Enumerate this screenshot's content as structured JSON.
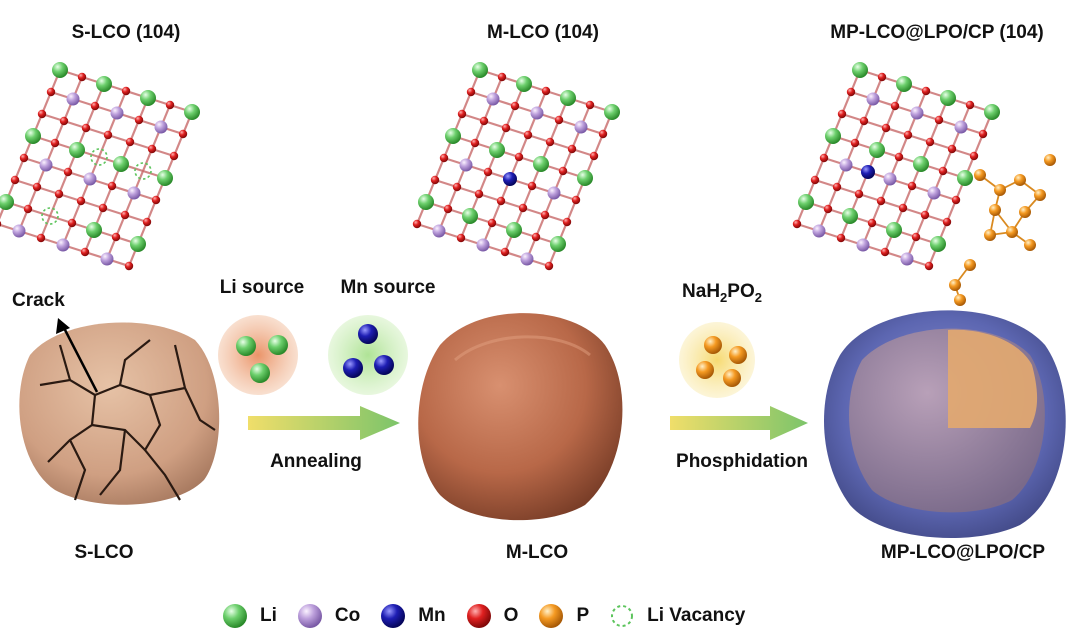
{
  "titles": {
    "slco": "S-LCO (104)",
    "mlco": "M-LCO (104)",
    "mplco": "MP-LCO@LPO/CP  (104)"
  },
  "labels": {
    "crack": "Crack",
    "li_source": "Li source",
    "mn_source": "Mn source",
    "reagent_main": "NaH",
    "reagent_sub1": "2",
    "reagent_mid": "PO",
    "reagent_sub2": "2",
    "annealing": "Annealing",
    "phosphidation": "Phosphidation"
  },
  "particles": {
    "slco": "S-LCO",
    "mlco": "M-LCO",
    "mplco": "MP-LCO@LPO/CP"
  },
  "legend": [
    {
      "label": "Li",
      "icon": "li-atom-icon",
      "color": "#5cc45c"
    },
    {
      "label": "Co",
      "icon": "co-atom-icon",
      "color": "#b99ad8"
    },
    {
      "label": "Mn",
      "icon": "mn-atom-icon",
      "color": "#1a1aa8"
    },
    {
      "label": "O",
      "icon": "o-atom-icon",
      "color": "#d61a1a"
    },
    {
      "label": "P",
      "icon": "p-atom-icon",
      "color": "#f0961e"
    },
    {
      "label": "Li Vacancy",
      "icon": "li-vacancy-icon",
      "color": "#5cc45c"
    }
  ]
}
